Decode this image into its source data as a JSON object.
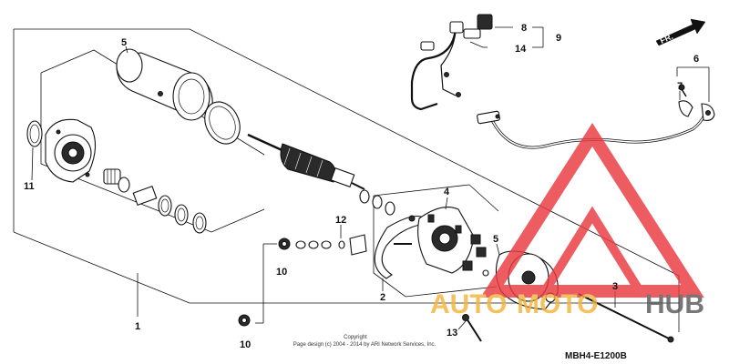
{
  "diagram": {
    "callouts": [
      {
        "id": "1",
        "text": "1"
      },
      {
        "id": "2",
        "text": "2"
      },
      {
        "id": "3",
        "text": "3"
      },
      {
        "id": "4",
        "text": "4"
      },
      {
        "id": "5a",
        "text": "5"
      },
      {
        "id": "5b",
        "text": "5"
      },
      {
        "id": "6",
        "text": "6"
      },
      {
        "id": "7",
        "text": "7"
      },
      {
        "id": "8",
        "text": "8"
      },
      {
        "id": "9",
        "text": "9"
      },
      {
        "id": "10a",
        "text": "10"
      },
      {
        "id": "10b",
        "text": "10"
      },
      {
        "id": "11",
        "text": "11"
      },
      {
        "id": "12",
        "text": "12"
      },
      {
        "id": "13",
        "text": "13"
      },
      {
        "id": "14",
        "text": "14"
      }
    ],
    "direction_label": "FR.",
    "diagram_code": "MBH4-E1200B",
    "copyright_line1": "Copyright",
    "copyright_line2": "Page design (c) 2004 - 2014 by ARI Network Services, Inc.",
    "watermark": {
      "part1": "AUTO",
      "part2": "MOTO",
      "part3": "HUB"
    }
  },
  "colors": {
    "line": "#111111",
    "watermark_red": "#e8393f",
    "watermark_gold": "#f2b43a",
    "watermark_gray": "#5a5a5a"
  }
}
